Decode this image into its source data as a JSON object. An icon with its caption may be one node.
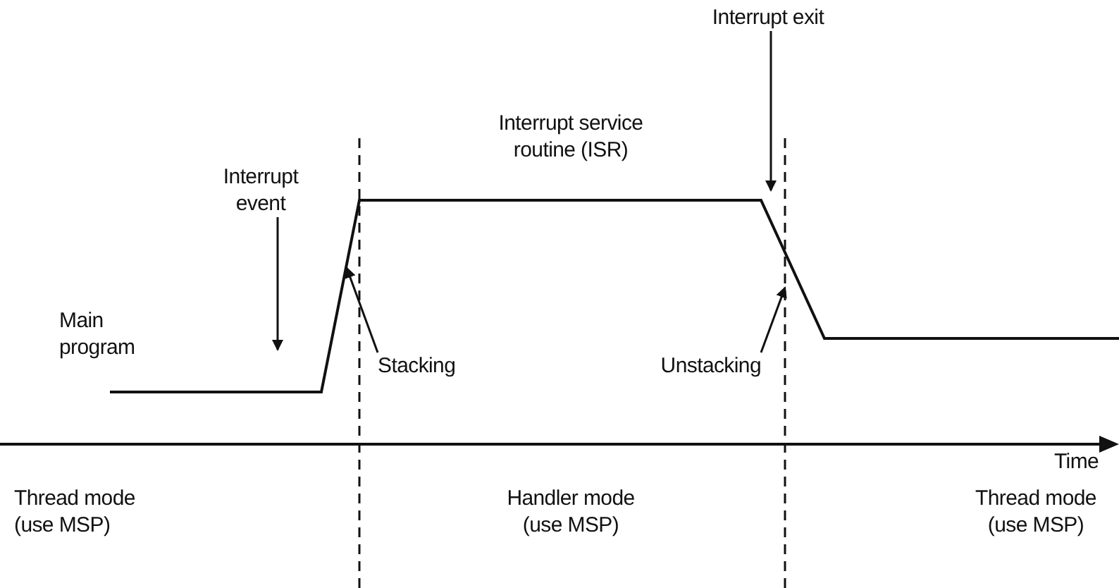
{
  "diagram": {
    "nodes": [
      {
        "text": [
          "Interrupt event"
        ]
      },
      {
        "text": [
          "Stacking"
        ]
      },
      {
        "text": [
          "Interrupt exit"
        ]
      },
      {
        "text": [
          "Unstacking"
        ]
      }
    ],
    "edges": [
      {
        "from": 0,
        "to": null,
        "arrow": "to"
      },
      {
        "from": 1,
        "to": null,
        "arrow": "to"
      },
      {
        "from": 2,
        "to": null,
        "arrow": "to"
      },
      {
        "from": 3,
        "to": null,
        "arrow": "to"
      }
    ],
    "labels": [
      "Main program",
      "Interrupt service routine (ISR)",
      "Time",
      "Thread mode (use MSP)",
      "Handler mode (use MSP)",
      "Thread mode (use MSP)"
    ]
  }
}
